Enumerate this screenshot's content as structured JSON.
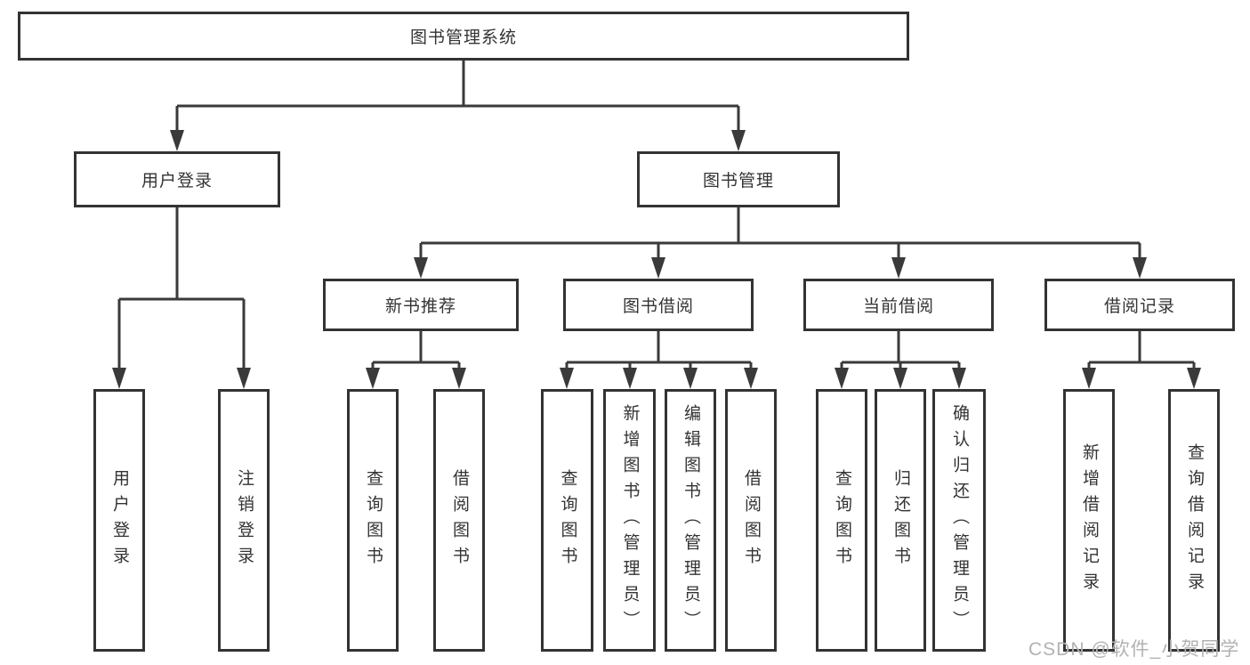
{
  "tree": {
    "root": "图书管理系统",
    "level2": [
      {
        "label": "用户登录",
        "children": [
          "用户登录",
          "注销登录"
        ]
      },
      {
        "label": "图书管理",
        "children": [
          {
            "label": "新书推荐",
            "children": [
              "查询图书",
              "借阅图书"
            ]
          },
          {
            "label": "图书借阅",
            "children": [
              "查询图书",
              "新增图书（管理员）",
              "编辑图书（管理员）",
              "借阅图书"
            ]
          },
          {
            "label": "当前借阅",
            "children": [
              "查询图书",
              "归还图书",
              "确认归还（管理员）"
            ]
          },
          {
            "label": "借阅记录",
            "children": [
              "新增借阅记录",
              "查询借阅记录"
            ]
          }
        ]
      }
    ]
  },
  "watermark": {
    "text": "CSDN @软件_小贺同学"
  },
  "colors": {
    "line": "#3a3a3a",
    "border": "#333333",
    "text": "#333333",
    "watermark": "#b2b2b2",
    "background": "#ffffff"
  }
}
